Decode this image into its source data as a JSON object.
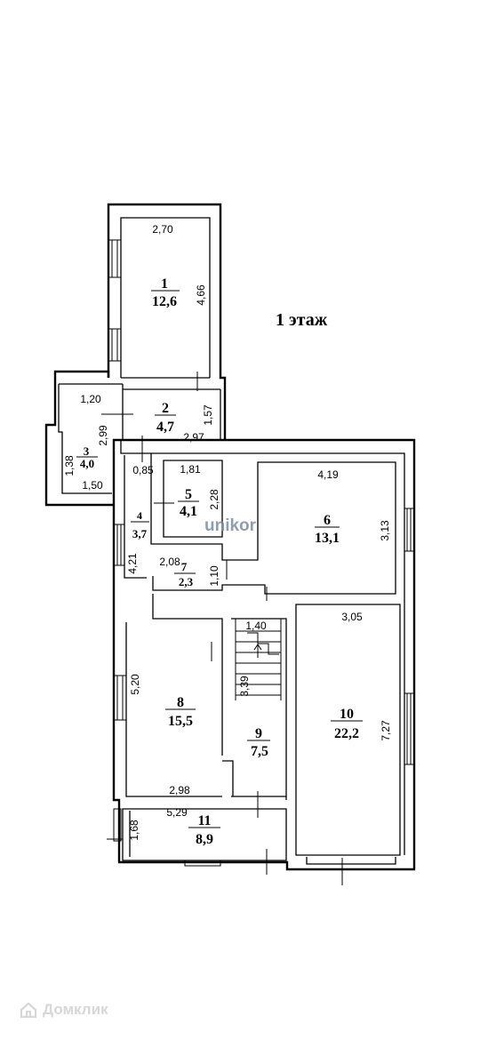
{
  "title": "1 этаж",
  "logo": "unikor",
  "watermark": "Домклик",
  "rooms": [
    {
      "number": "1",
      "area": "12,6"
    },
    {
      "number": "2",
      "area": "4,7"
    },
    {
      "number": "3",
      "area": "4,0"
    },
    {
      "number": "4",
      "area": "3,7"
    },
    {
      "number": "5",
      "area": "4,1"
    },
    {
      "number": "6",
      "area": "13,1"
    },
    {
      "number": "7",
      "area": "2,3"
    },
    {
      "number": "8",
      "area": "15,5"
    },
    {
      "number": "9",
      "area": "7,5"
    },
    {
      "number": "10",
      "area": "22,2"
    },
    {
      "number": "11",
      "area": "8,9"
    }
  ],
  "dimensions": [
    "2,70",
    "4,66",
    "1,20",
    "1,57",
    "2,97",
    "2,99",
    "1,38",
    "1,50",
    "0,85",
    "1,81",
    "2,28",
    "4,19",
    "3,13",
    "4,21",
    "2,08",
    "1,10",
    "1,40",
    "3,39",
    "3,05",
    "5,20",
    "7,27",
    "2,98",
    "5,29",
    "1,68"
  ]
}
